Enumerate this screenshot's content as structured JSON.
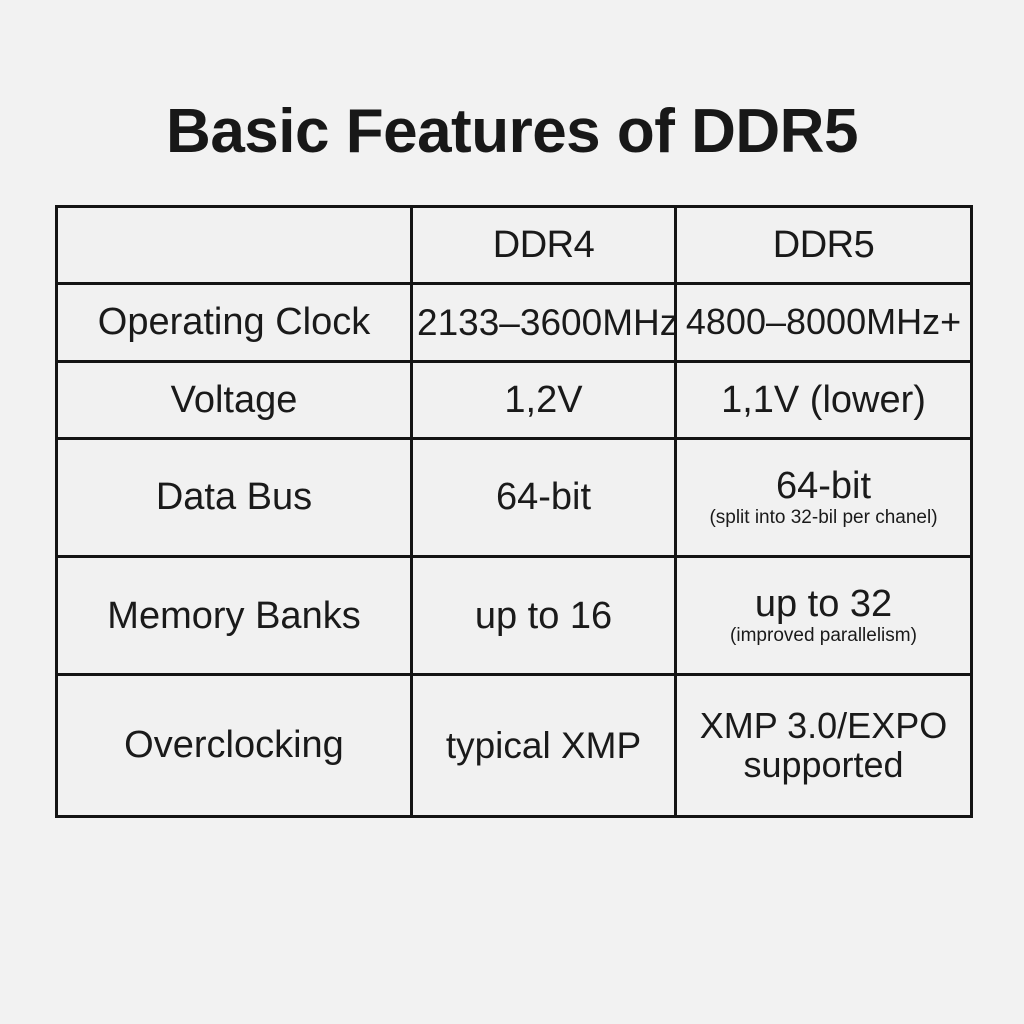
{
  "page": {
    "title": "Basic Features of DDR5",
    "background_color": "#f2f2f2",
    "border_color": "#141414",
    "text_color": "#1a1a1a"
  },
  "table": {
    "columns": [
      "",
      "DDR4",
      "DDR5"
    ],
    "rows": [
      {
        "feature": "Operating Clock",
        "ddr4": {
          "main": "2133–3600MHz",
          "note": ""
        },
        "ddr5": {
          "main": "4800–8000MHz+",
          "note": ""
        }
      },
      {
        "feature": "Voltage",
        "ddr4": {
          "main": "1,2V",
          "note": ""
        },
        "ddr5": {
          "main": "1,1V (lower)",
          "note": ""
        }
      },
      {
        "feature": "Data Bus",
        "ddr4": {
          "main": "64-bit",
          "note": ""
        },
        "ddr5": {
          "main": "64-bit",
          "note": "(split into 32-bil per chanel)"
        }
      },
      {
        "feature": "Memory Banks",
        "ddr4": {
          "main": "up to 16",
          "note": ""
        },
        "ddr5": {
          "main": "up to 32",
          "note": "(improved parallelism)"
        }
      },
      {
        "feature": "Overclocking",
        "ddr4": {
          "main": "typical XMP",
          "note": ""
        },
        "ddr5": {
          "main": "XMP 3.0/EXPO supported",
          "note": ""
        }
      }
    ]
  }
}
